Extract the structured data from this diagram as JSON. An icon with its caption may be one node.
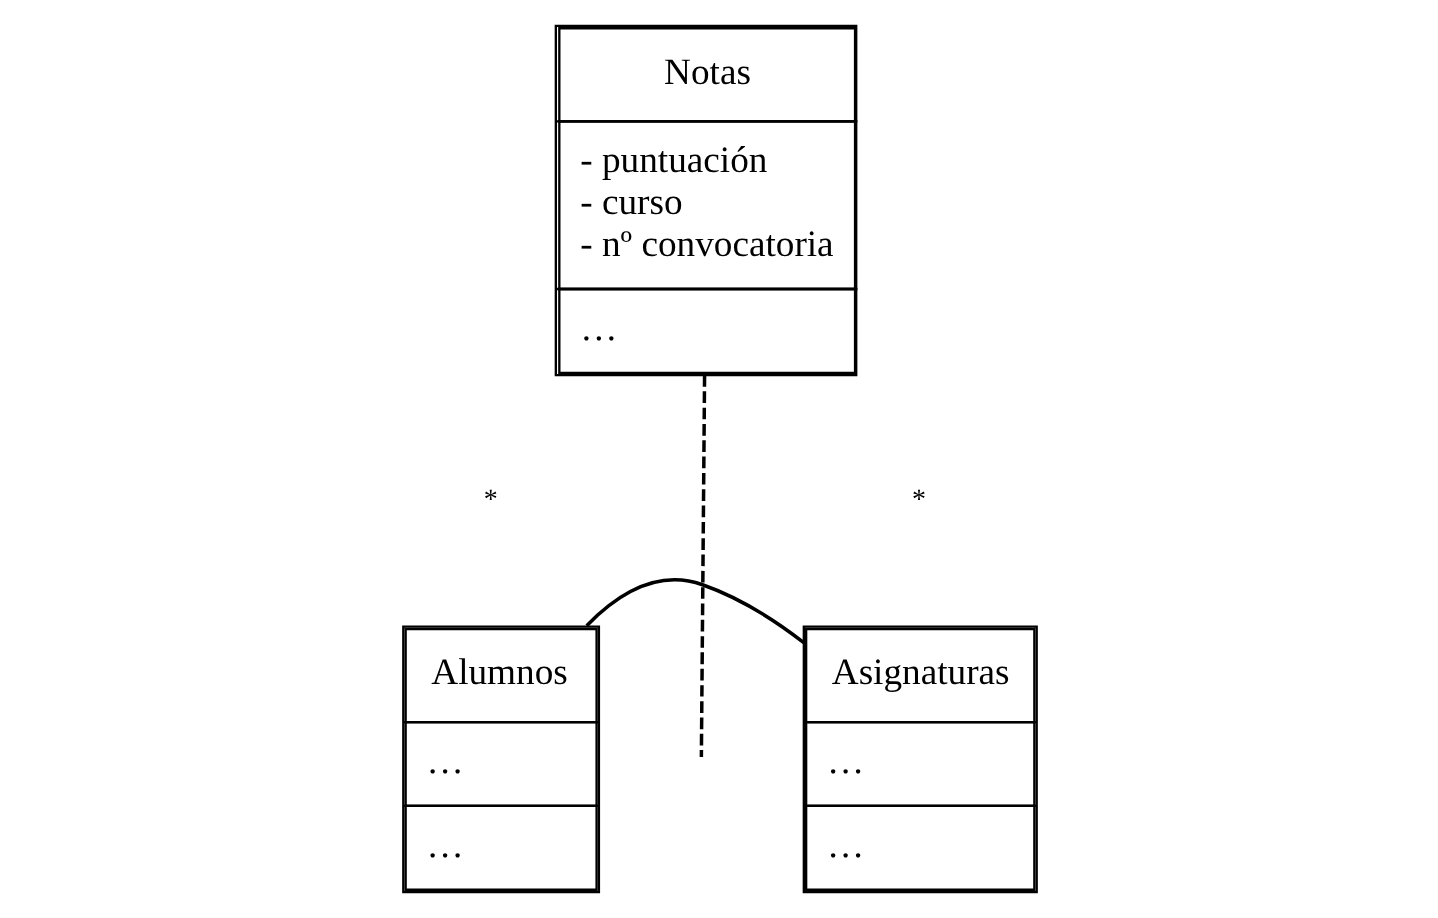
{
  "diagram": {
    "nodes": [
      {
        "text": [
          "Notas",
          "- puntuación",
          "- curso",
          "- nº convocatoria",
          "…"
        ]
      },
      {
        "text": [
          "Alumnos",
          "…",
          "…"
        ]
      },
      {
        "text": [
          "Asignaturas",
          "…",
          "…"
        ]
      }
    ],
    "edges": [
      {
        "from": 1,
        "to": 2,
        "arrow": "none"
      },
      {
        "from": 0,
        "to": null,
        "arrow": "none",
        "style": "dashed"
      }
    ],
    "labels": [
      "*",
      "*"
    ]
  }
}
